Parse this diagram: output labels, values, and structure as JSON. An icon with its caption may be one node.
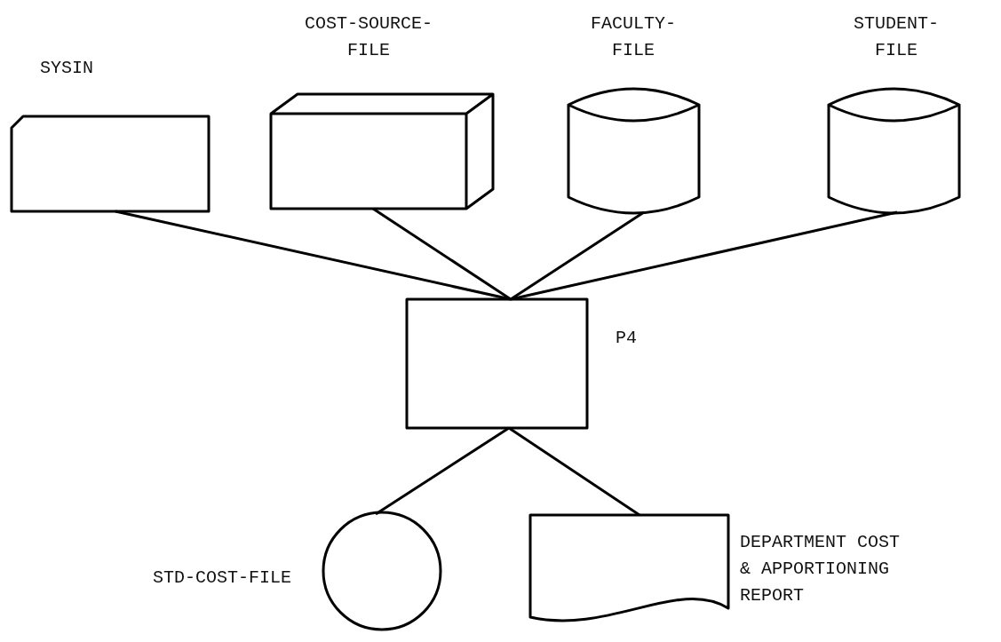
{
  "diagram": {
    "nodes": [
      {
        "text": [
          "SYSIN"
        ]
      },
      {
        "text": [
          "COST-SOURCE- FILE"
        ]
      },
      {
        "text": [
          "FACULTY- FILE"
        ]
      },
      {
        "text": [
          "STUDENT- FILE"
        ]
      },
      {
        "text": [
          "P4"
        ]
      },
      {
        "text": [
          "STD-COST-FILE"
        ]
      },
      {
        "text": [
          "DEPARTMENT COST & APPORTIONING REPORT"
        ]
      }
    ],
    "edges": [
      {
        "from": 0,
        "to": 4,
        "arrow": "none"
      },
      {
        "from": 1,
        "to": 4,
        "arrow": "none"
      },
      {
        "from": 2,
        "to": 4,
        "arrow": "none"
      },
      {
        "from": 3,
        "to": 4,
        "arrow": "none"
      },
      {
        "from": 4,
        "to": 5,
        "arrow": "none"
      },
      {
        "from": 4,
        "to": 6,
        "arrow": "none"
      }
    ]
  }
}
